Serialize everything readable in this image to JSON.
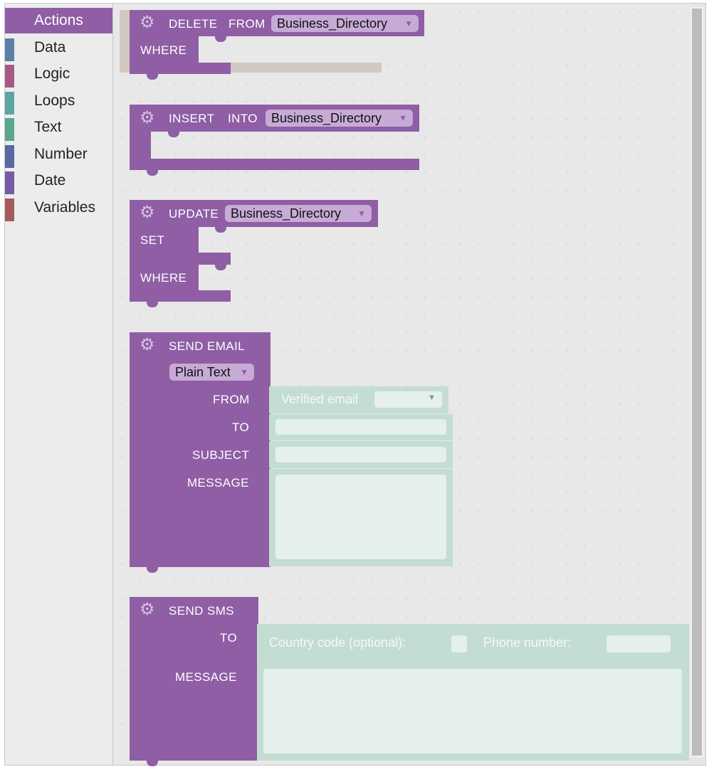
{
  "toolbox": {
    "categories": [
      {
        "label": "Actions",
        "color": "#8f5ea5",
        "selected": true
      },
      {
        "label": "Data",
        "color": "#5b80a5"
      },
      {
        "label": "Logic",
        "color": "#a55b80"
      },
      {
        "label": "Loops",
        "color": "#5ba5a5"
      },
      {
        "label": "Text",
        "color": "#5ba58c"
      },
      {
        "label": "Number",
        "color": "#5b67a5"
      },
      {
        "label": "Date",
        "color": "#745ba5"
      },
      {
        "label": "Variables",
        "color": "#a55b5b"
      }
    ]
  },
  "blocks": {
    "delete": {
      "verb": "DELETE",
      "from": "FROM",
      "table": "Business_Directory",
      "where": "WHERE"
    },
    "insert": {
      "verb": "INSERT",
      "into": "INTO",
      "table": "Business_Directory"
    },
    "update": {
      "verb": "UPDATE",
      "table": "Business_Directory",
      "set": "SET",
      "where": "WHERE"
    },
    "email": {
      "title": "SEND EMAIL",
      "format": "Plain Text",
      "from": "FROM",
      "to": "TO",
      "subject": "SUBJECT",
      "message": "MESSAGE",
      "verified_label": "Verified email"
    },
    "sms": {
      "title": "SEND SMS",
      "to": "TO",
      "message": "MESSAGE",
      "country_code_label": "Country code (optional):",
      "phone_label": "Phone number:"
    }
  },
  "colors": {
    "block": "#8f5ea5",
    "field": "#c4ddd2",
    "dropdown": "#c7abd6"
  }
}
